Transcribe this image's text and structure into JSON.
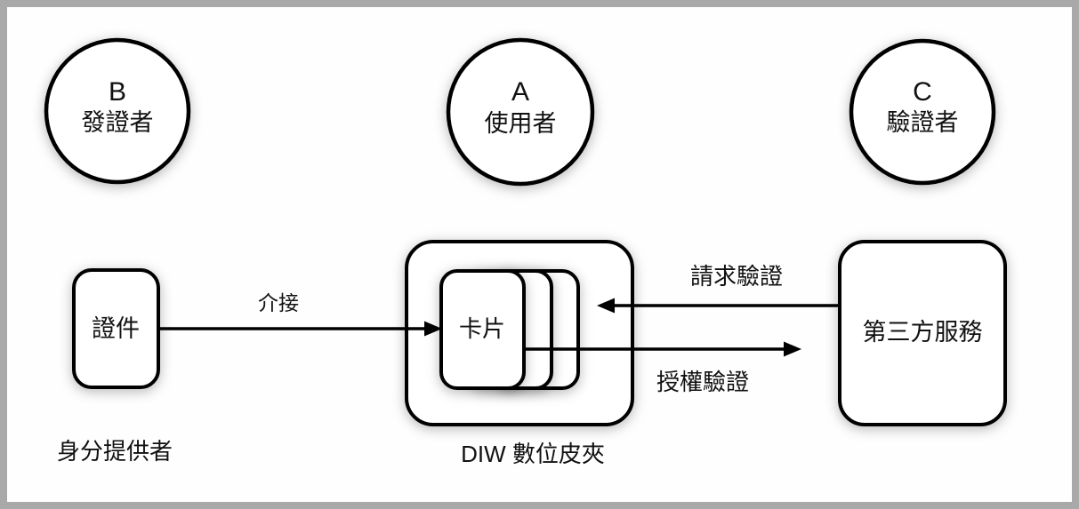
{
  "diagram": {
    "title_hint": "digital identity wallet flow",
    "actors": [
      {
        "letter": "B",
        "role": "發證者"
      },
      {
        "letter": "A",
        "role": "使用者"
      },
      {
        "letter": "C",
        "role": "驗證者"
      }
    ],
    "credential": {
      "label": "證件",
      "caption": "身分提供者"
    },
    "wallet": {
      "card_label": "卡片",
      "caption": "DIW 數位皮夾"
    },
    "third_party": {
      "label": "第三方服務"
    },
    "edges": {
      "integration": {
        "label": "介接"
      },
      "request": {
        "label": "請求驗證"
      },
      "authorize": {
        "label": "授權驗證"
      }
    },
    "colors": {
      "stroke": "#000000",
      "fill": "#ffffff",
      "frame": "#a9a9a9",
      "canvas": "#fefefe"
    }
  }
}
